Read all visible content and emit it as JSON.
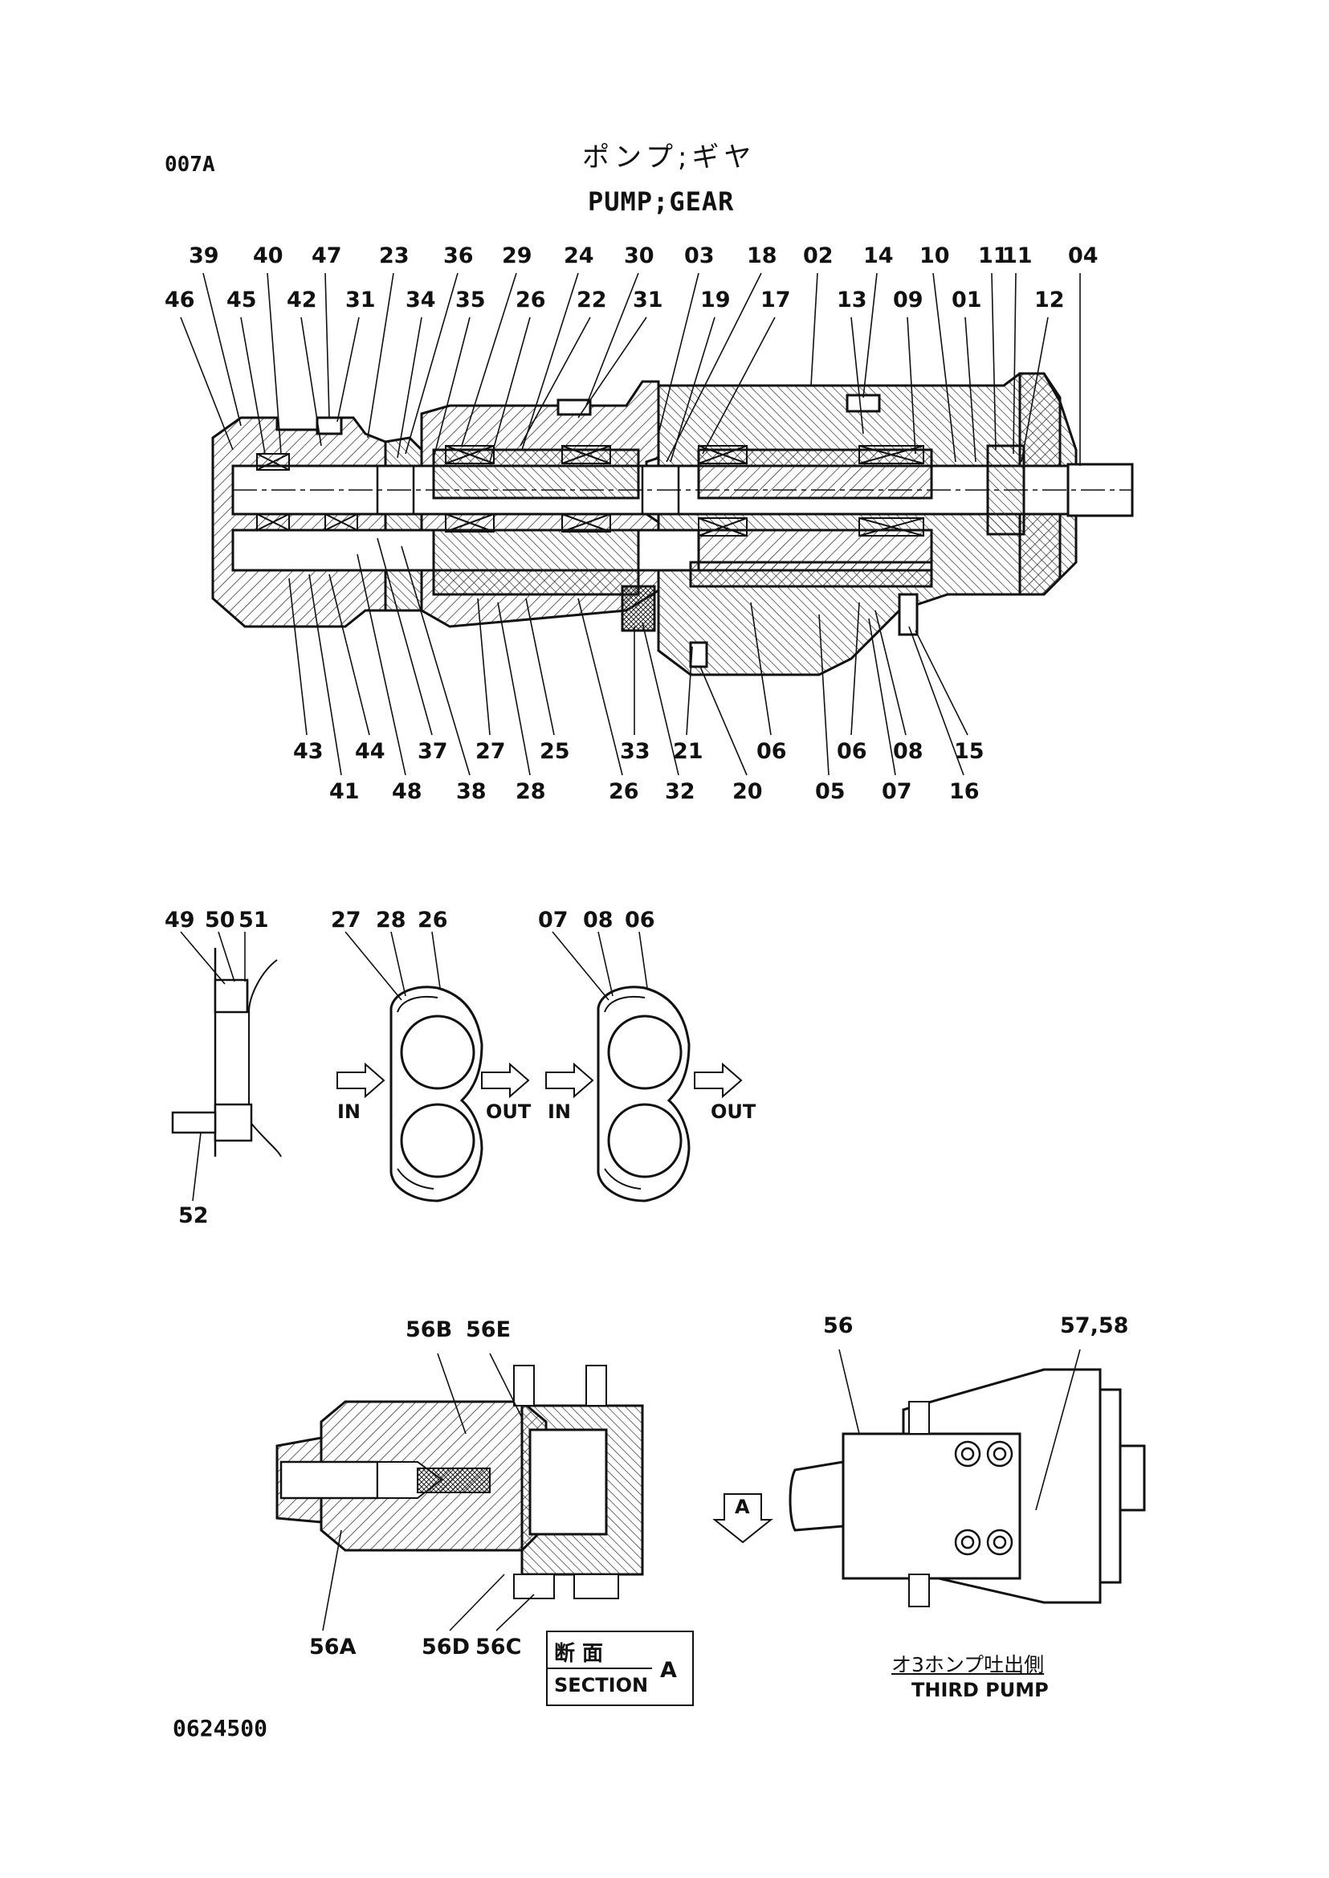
{
  "header": {
    "code": "007A",
    "title_jp": "ポンプ;ギヤ",
    "title_en": "PUMP;GEAR"
  },
  "footer": {
    "drawing_number": "0624500"
  },
  "main_view": {
    "top_row1": [
      "39",
      "40",
      "47",
      "23",
      "36",
      "29",
      "24",
      "30",
      "03",
      "18",
      "02",
      "14",
      "10",
      "11",
      "11",
      "04"
    ],
    "top_row2": [
      "46",
      "45",
      "42",
      "31",
      "34",
      "35",
      "26",
      "22",
      "31",
      "19",
      "17",
      "13",
      "09",
      "01",
      "12"
    ],
    "bottom_row1": [
      "43",
      "44",
      "37",
      "27",
      "25",
      "33",
      "21",
      "06",
      "06",
      "08",
      "15"
    ],
    "bottom_row2": [
      "41",
      "48",
      "38",
      "28",
      "26",
      "32",
      "20",
      "05",
      "07",
      "16"
    ]
  },
  "detail_bolt": {
    "labels": [
      "49",
      "50",
      "51"
    ],
    "bottom_label": "52"
  },
  "gear_views": [
    {
      "labels": [
        "27",
        "28",
        "26"
      ],
      "in": "IN",
      "out": "OUT"
    },
    {
      "labels": [
        "07",
        "08",
        "06"
      ],
      "in": "IN",
      "out": "OUT"
    }
  ],
  "section_view": {
    "top_labels": [
      "56B",
      "56E"
    ],
    "bottom_labels": [
      "56A",
      "56D",
      "56C"
    ],
    "section_box": {
      "jp": "断 面",
      "en": "SECTION",
      "letter": "A"
    },
    "view_marker": "A"
  },
  "third_pump_view": {
    "labels": [
      "56",
      "57,58"
    ],
    "caption_jp": "オ3ホンプ吐出側",
    "caption_en": "THIRD PUMP"
  }
}
